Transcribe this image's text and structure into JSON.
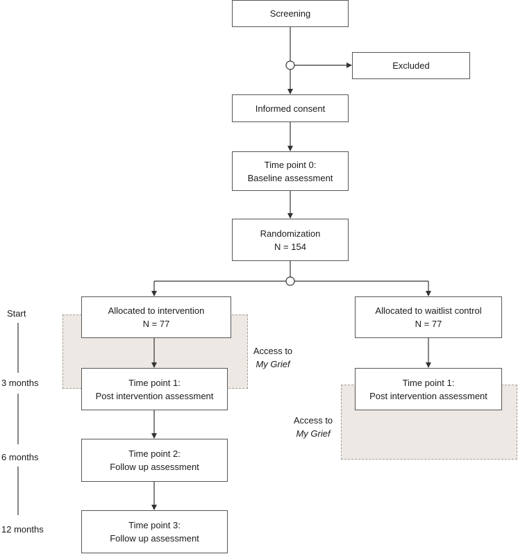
{
  "boxes": {
    "screening": {
      "line1": "Screening"
    },
    "excluded": {
      "line1": "Excluded"
    },
    "consent": {
      "line1": "Informed consent"
    },
    "baseline": {
      "line1": "Time point 0:",
      "line2": "Baseline assessment"
    },
    "randomization": {
      "line1": "Randomization",
      "line2": "N = 154"
    },
    "intervention": {
      "line1": "Allocated to intervention",
      "line2": "N = 77"
    },
    "waitlist": {
      "line1": "Allocated to waitlist control",
      "line2": "N = 77"
    },
    "tp1_left": {
      "line1": "Time point 1:",
      "line2": "Post intervention assessment"
    },
    "tp1_right": {
      "line1": "Time point 1:",
      "line2": "Post intervention assessment"
    },
    "tp2": {
      "line1": "Time point 2:",
      "line2": "Follow up assessment"
    },
    "tp3": {
      "line1": "Time point 3:",
      "line2": "Follow up assessment"
    }
  },
  "access_notes": {
    "left": {
      "line1": "Access to",
      "line2": "My Grief"
    },
    "right": {
      "line1": "Access to",
      "line2": "My Grief"
    }
  },
  "timeline": {
    "start": "Start",
    "m3": "3 months",
    "m6": "6 months",
    "m12": "12 months"
  },
  "colors": {
    "shade_fill": "#ede8e3",
    "shade_border": "#a59e97",
    "box_border": "#555555",
    "line": "#333333"
  }
}
